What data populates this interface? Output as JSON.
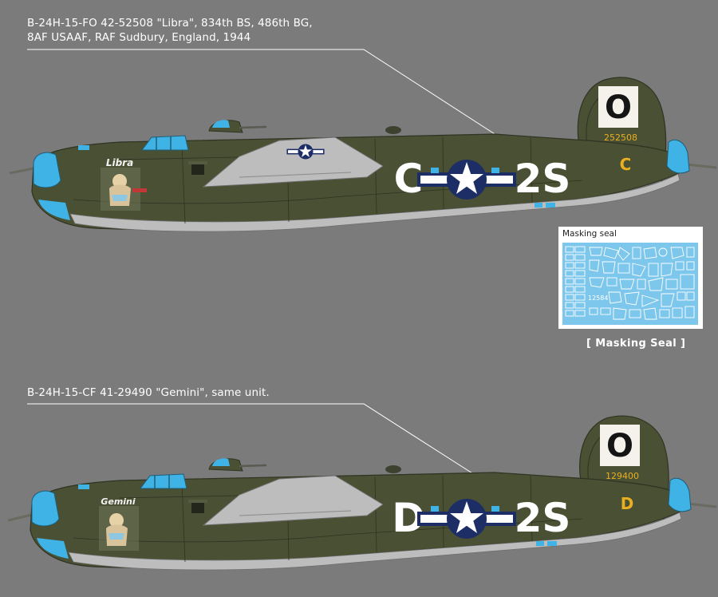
{
  "profile_1": {
    "caption_line1": "B-24H-15-FO 42-52508 \"Libra\", 834th BS, 486th BG,",
    "caption_line2": "8AF USAAF, RAF  Sudbury, England, 1944",
    "tail_letter": "O",
    "tail_serial": "252508",
    "tail_code": "C",
    "fuselage_left": "C",
    "fuselage_right": "2S",
    "nose_art_name": "Libra"
  },
  "profile_2": {
    "caption_line1": "B-24H-15-CF 41-29490 \"Gemini\", same unit.",
    "tail_letter": "O",
    "tail_serial": "129400",
    "tail_code": "D",
    "fuselage_left": "D",
    "fuselage_right": "2S",
    "nose_art_name": "Gemini"
  },
  "masking_seal": {
    "title": "Masking seal",
    "label": "[ Masking Seal ]",
    "sheet_text": "12584"
  },
  "colors": {
    "background": "#7b7b7b",
    "olive_drab": "#4a5033",
    "neutral_gray": "#bdbdbd",
    "glass_blue": "#3fb2e6",
    "tail_yellow": "#e8b020",
    "roundel_blue": "#1d2d66"
  }
}
